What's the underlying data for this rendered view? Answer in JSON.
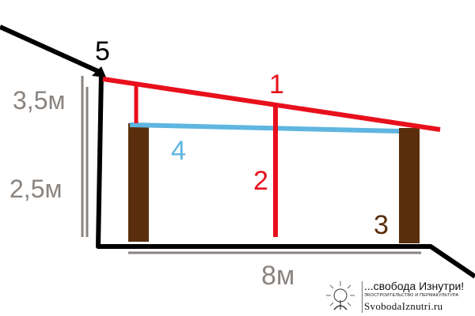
{
  "colors": {
    "roof": "#e8101c",
    "beam": "#5fb6e0",
    "post": "#5a2e0d",
    "ground": "#000000",
    "dimension": "#8a8480",
    "label_dark": "#000000",
    "label_brown": "#5a2e0d",
    "label_blue": "#5fb6e0",
    "label_red": "#e8101c"
  },
  "labels": {
    "n1": "1",
    "n2": "2",
    "n3": "3",
    "n4": "4",
    "n5": "5"
  },
  "dimensions": {
    "upper_height": "3,5м",
    "lower_height": "2,5м",
    "width": "8м"
  },
  "brand": {
    "tagline": "...свобода Изнутри!",
    "subtitle": "ЭКОСТРОИТЕЛЬСТВО И ПЕРМАКУЛЬТУРА",
    "site": "SvobodaIznutri.ru",
    "logo_icon": "sprout-sun-logo"
  }
}
